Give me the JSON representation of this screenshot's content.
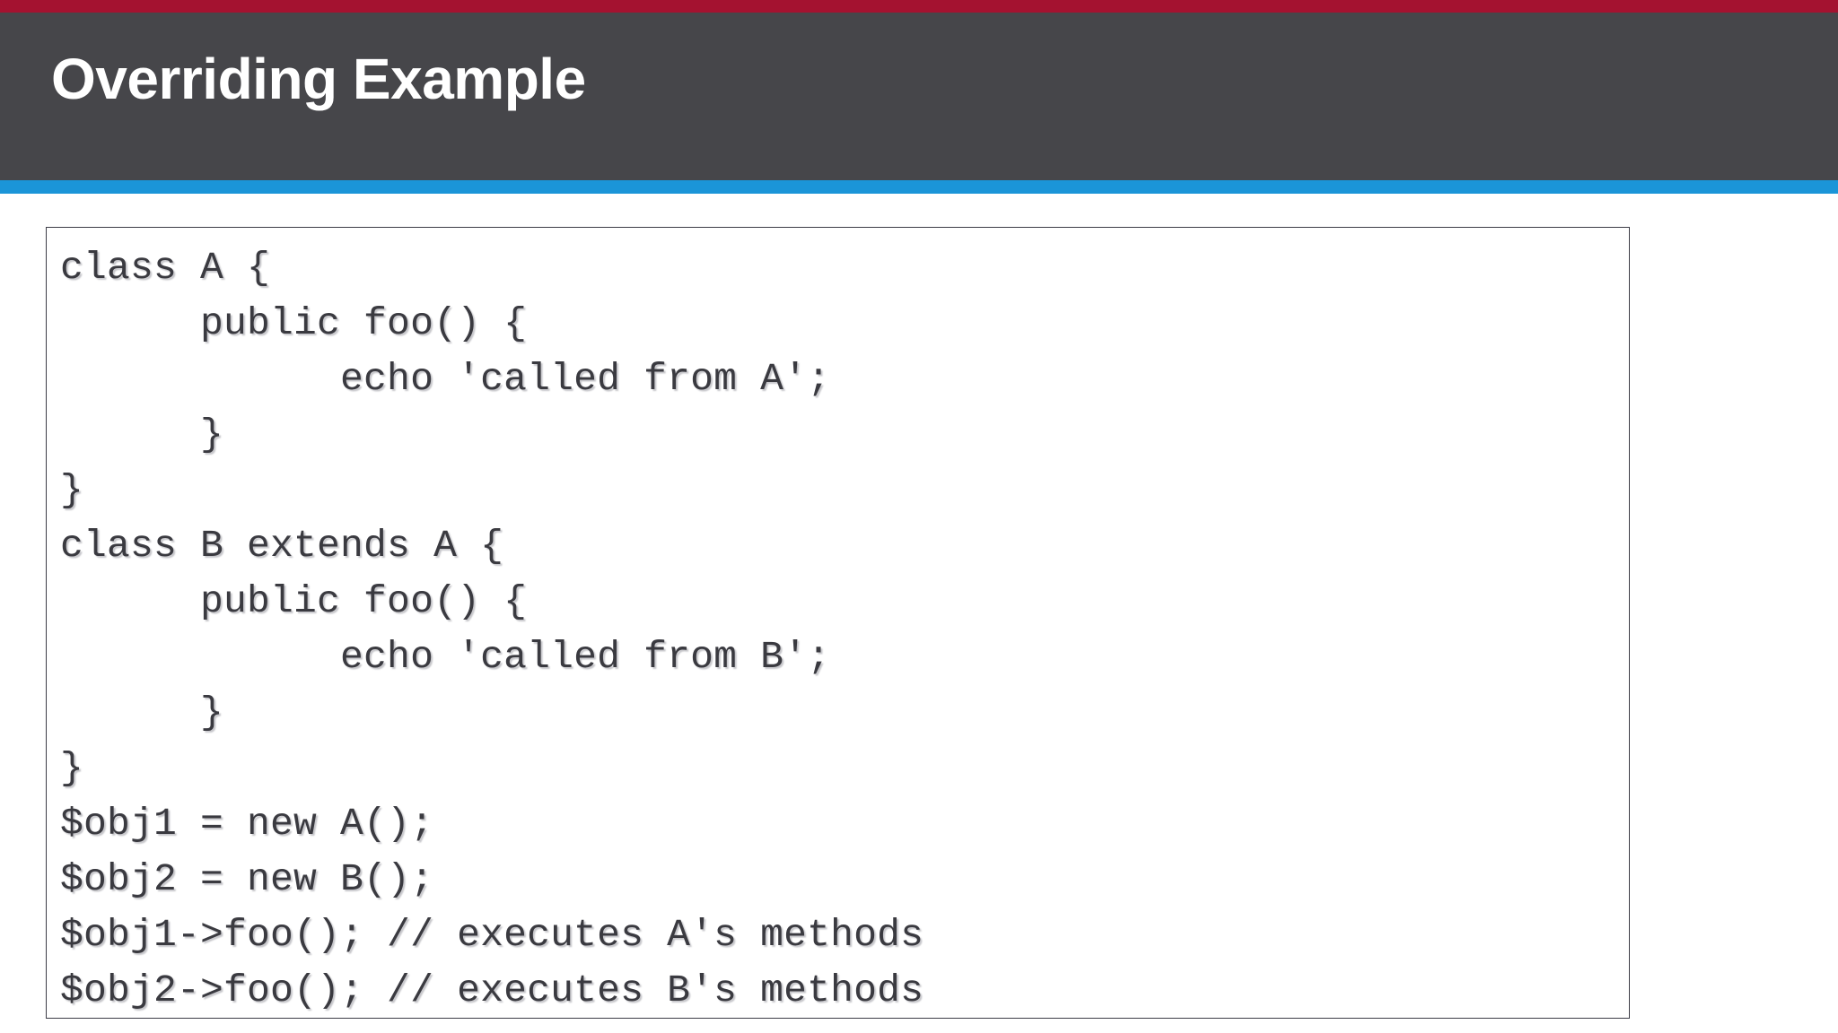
{
  "slide": {
    "title": "Overriding Example",
    "accent_top_color": "#a41230",
    "title_bar_color": "#46464a",
    "accent_bottom_color": "#1b95d8",
    "body_background": "#ffffff",
    "code_text_color": "#3a3a40",
    "code_border_color": "#3c3c46"
  },
  "code": {
    "language": "php",
    "lines": [
      "class A {",
      "      public foo() {",
      "            echo 'called from A';",
      "      }",
      "}",
      "class B extends A {",
      "      public foo() {",
      "            echo 'called from B';",
      "      }",
      "}",
      "$obj1 = new A();",
      "$obj2 = new B();",
      "$obj1->foo(); // executes A's methods",
      "$obj2->foo(); // executes B's methods"
    ]
  }
}
